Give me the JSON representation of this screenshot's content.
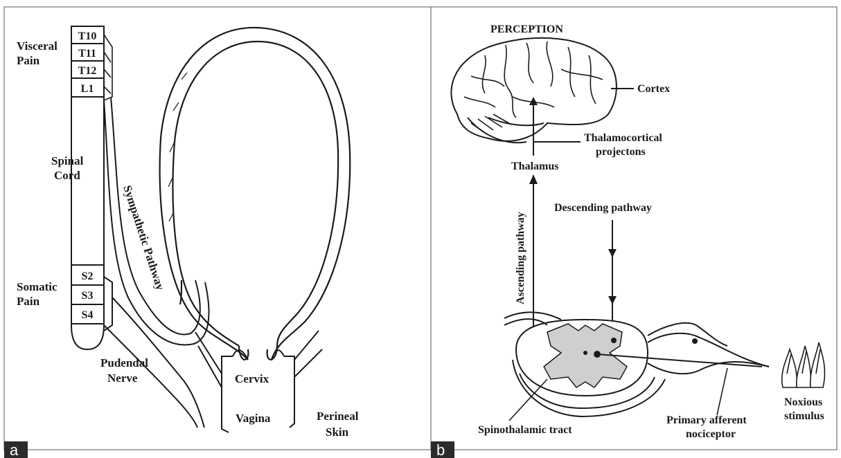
{
  "panel_a": {
    "tag": "a",
    "segments": [
      "T10",
      "T11",
      "T12",
      "L1",
      "S2",
      "S3",
      "S4"
    ],
    "labels": {
      "visceral_line1": "Visceral",
      "visceral_line2": "Pain",
      "spinal_line1": "Spinal",
      "spinal_line2": "Cord",
      "somatic_line1": "Somatic",
      "somatic_line2": "Pain",
      "sympathetic": "Sympathetic Pathway",
      "pudendal_line1": "Pudendal",
      "pudendal_line2": "Nerve",
      "cervix": "Cervix",
      "vagina": "Vagina",
      "perineal_line1": "Perineal",
      "perineal_line2": "Skin"
    }
  },
  "panel_b": {
    "tag": "b",
    "labels": {
      "perception": "PERCEPTION",
      "cortex": "Cortex",
      "thalamocortical_line1": "Thalamocortical",
      "thalamocortical_line2": "projectons",
      "thalamus": "Thalamus",
      "descending": "Descending pathway",
      "ascending": "Ascending pathway",
      "spinothalamic": "Spinothalamic tract",
      "primary_afferent_line1": "Primary afferent",
      "primary_afferent_line2": "nociceptor",
      "noxious_line1": "Noxious",
      "noxious_line2": "stimulus"
    }
  }
}
